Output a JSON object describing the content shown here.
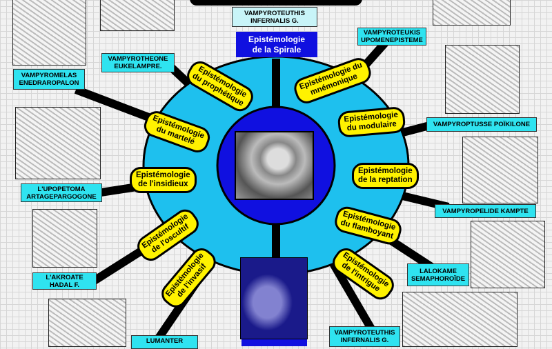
{
  "header": {
    "top_label": "VAMPYROTEUTHIS\nINFERNALIS G.",
    "center_box": "Epistémologie\nde la Spirale"
  },
  "colors": {
    "cyan": "#2fe3f0",
    "ring": "#1ec0ee",
    "inner": "#1010e0",
    "pill": "#fff200"
  },
  "branches": [
    {
      "pill": "Epistémologie\ndu prophétique",
      "label": "VAMPYROTHEONE\nEUKELAMPRE."
    },
    {
      "pill": "Epistémologie\ndu martelé",
      "label": "VAMPYROMELAS\nENEDRAROPALON"
    },
    {
      "pill": "Epistémologie\nde l'insidieux",
      "label": "L'UPOPETOMA\nARTAGEPARGOGONE"
    },
    {
      "pill": "Epistémologie\nde l'oscultif",
      "label": "L'AKROATE\nHADAL F."
    },
    {
      "pill": "Epistémologie\nde l'invasif",
      "label": "LUMANTER"
    },
    {
      "pill": "Epistémologie du\nmnémonique",
      "label": "VAMPYROTEUKIS\nUPOMENEPISTEME"
    },
    {
      "pill": "Epistémologie\ndu modulaire",
      "label": "VAMPYROPTUSSE POÏKILONE"
    },
    {
      "pill": "Epistémologie\nde la reptation",
      "label": "VAMPYROPELIDE KAMPTE"
    },
    {
      "pill": "Epistémologie\ndu flamboyant",
      "label": "LALOKAME\nSEMAPHOROÏDE"
    },
    {
      "pill": "Epistémologie\nde l'intrigue",
      "label": "VAMPYROTEUTHIS\nINFERNALIS G."
    }
  ]
}
